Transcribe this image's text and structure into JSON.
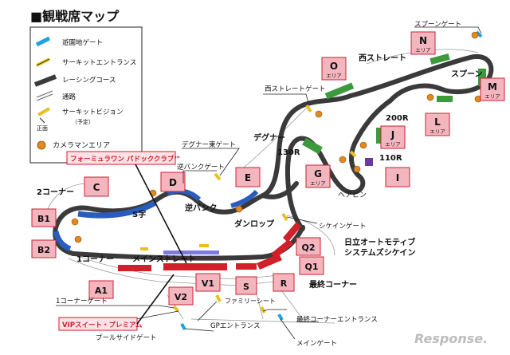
{
  "title": "■観戦席マップ",
  "legend": {
    "items": [
      {
        "label": "遊園地ゲート",
        "icon": "amusement-gate-icon"
      },
      {
        "label": "サーキットエントランス",
        "icon": "circuit-entrance-icon"
      },
      {
        "label": "レーシングコース",
        "icon": "racing-course-icon"
      },
      {
        "label": "通路",
        "icon": "walkway-icon"
      },
      {
        "label": "サーキットビジョン",
        "icon": "circuit-vision-icon"
      },
      {
        "label": "カメラマンエリア",
        "icon": "cameraman-area-icon"
      }
    ],
    "vision_note": "（予定）",
    "vision_front": "正面"
  },
  "stands": {
    "N": {
      "letter": "N",
      "sub": "エリア"
    },
    "O": {
      "letter": "O",
      "sub": "エリア"
    },
    "M": {
      "letter": "M",
      "sub": "エリア"
    },
    "L": {
      "letter": "L",
      "sub": "エリア"
    },
    "J": {
      "letter": "J",
      "sub": "エリア"
    },
    "G": {
      "letter": "G",
      "sub": "エリア"
    },
    "I": {
      "letter": "I"
    },
    "C": {
      "letter": "C"
    },
    "D": {
      "letter": "D"
    },
    "E": {
      "letter": "E"
    },
    "B1": {
      "letter": "B1"
    },
    "B2": {
      "letter": "B2"
    },
    "A1": {
      "letter": "A1"
    },
    "V1": {
      "letter": "V1"
    },
    "V2": {
      "letter": "V2"
    },
    "S": {
      "letter": "S"
    },
    "R": {
      "letter": "R"
    },
    "Q1": {
      "letter": "Q1"
    },
    "Q2": {
      "letter": "Q2"
    }
  },
  "labels": {
    "spoon_gate": "スプーンゲート",
    "nishi_straight": "西ストレート",
    "spoon": "スプーン",
    "nishi_straight_gate": "西ストレートゲート",
    "r200": "200R",
    "degner": "デグナー",
    "degner_east_gate": "デグナー東ゲート",
    "r130": "130R",
    "r110": "110R",
    "hairpin": "ヘアピン",
    "reverse_bank_gate": "逆バンクゲート",
    "corner2": "2コーナー",
    "s_curve": "S字",
    "reverse_bank": "逆バンク",
    "dunlop": "ダンロップ",
    "chicane_gate": "シケインゲート",
    "hitachi_chicane": "日立オートモティブ\nシステムズシケイン",
    "corner1": "1コーナー",
    "main_straight": "メインストレート",
    "final_corner": "最終コーナー",
    "corner1_gate": "1コーナーゲート",
    "family_seat": "ファミリーシート",
    "final_corner_entrance": "最終コーナーエントランス",
    "gp_entrance": "GPエントランス",
    "pool_side_gate": "プールサイドゲート",
    "main_gate": "メインゲート",
    "formula_paddock": "フォーミュラワン パドッククラブ™",
    "vip_suite": "VIPスイート・プレミアム",
    "watermark": "Response."
  },
  "colors": {
    "track": "#3a3a3a",
    "stand_label_bg": "#f4b6be",
    "stand_label_border": "#cc2233",
    "grandstand_red": "#d0202a",
    "grandstand_green": "#3c9a3c",
    "grandstand_blue": "#2a5cc0",
    "amusement_gate": "#22a0e0",
    "circuit_entrance": "#e8c020",
    "camera_area": "#e08a20",
    "paddock_box": "#cc1f2a"
  }
}
